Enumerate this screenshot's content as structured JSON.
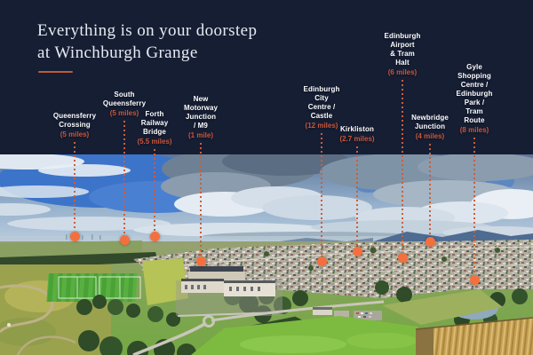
{
  "header": {
    "title": "Everything is on your doorstep\nat Winchburgh Grange"
  },
  "colors": {
    "background": "#161e33",
    "title_text": "#e6eaf2",
    "underline": "#bf5a3d",
    "label_text": "#fdfdfd",
    "distance_text": "#c9563a",
    "dotted_line": "#d05c38",
    "marker_dot": "#f3703e"
  },
  "pins": [
    {
      "name": "Queensferry\nCrossing",
      "distance": "(5 miles)"
    },
    {
      "name": "South\nQueensferry",
      "distance": "(5 miles)"
    },
    {
      "name": "Forth\nRailway\nBridge",
      "distance": "(5.5 miles)"
    },
    {
      "name": "New Motorway\nJunction / M9",
      "distance": "(1 mile)"
    },
    {
      "name": "Edinburgh City Centre / Castle",
      "distance": "(12 miles)"
    },
    {
      "name": "Kirkliston",
      "distance": "(2.7 miles)"
    },
    {
      "name": "Edinburgh Airport\n& Tram Halt",
      "distance": "(6 miles)"
    },
    {
      "name": "Newbridge\nJunction",
      "distance": "(4 miles)"
    },
    {
      "name": "Gyle Shopping Centre /\nEdinburgh Park /\nTram Route",
      "distance": "(8 miles)"
    }
  ]
}
